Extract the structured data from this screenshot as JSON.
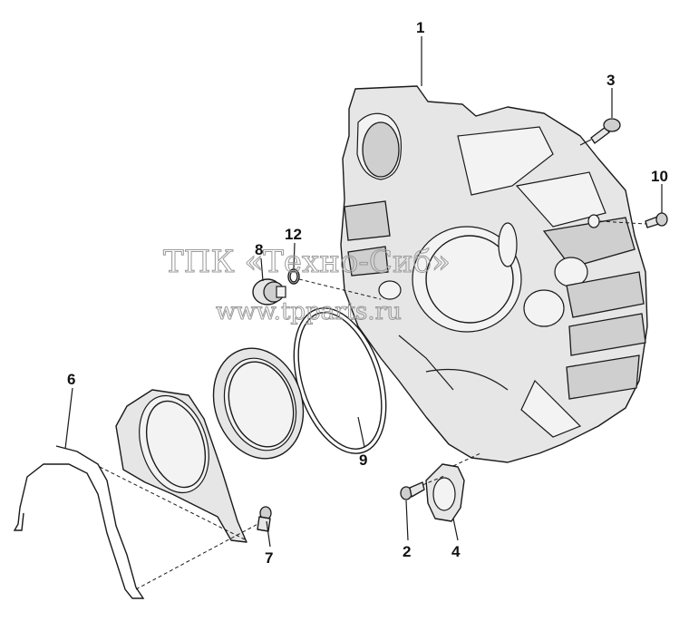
{
  "watermark": {
    "line1": "ТПК «Техно-Сиб»",
    "line2": "www.tpparts.ru"
  },
  "callouts": {
    "c1": "1",
    "c2": "2",
    "c3": "3",
    "c4": "4",
    "c6": "6",
    "c7": "7",
    "c8": "8",
    "c9": "9",
    "c10": "10",
    "c12": "12"
  }
}
